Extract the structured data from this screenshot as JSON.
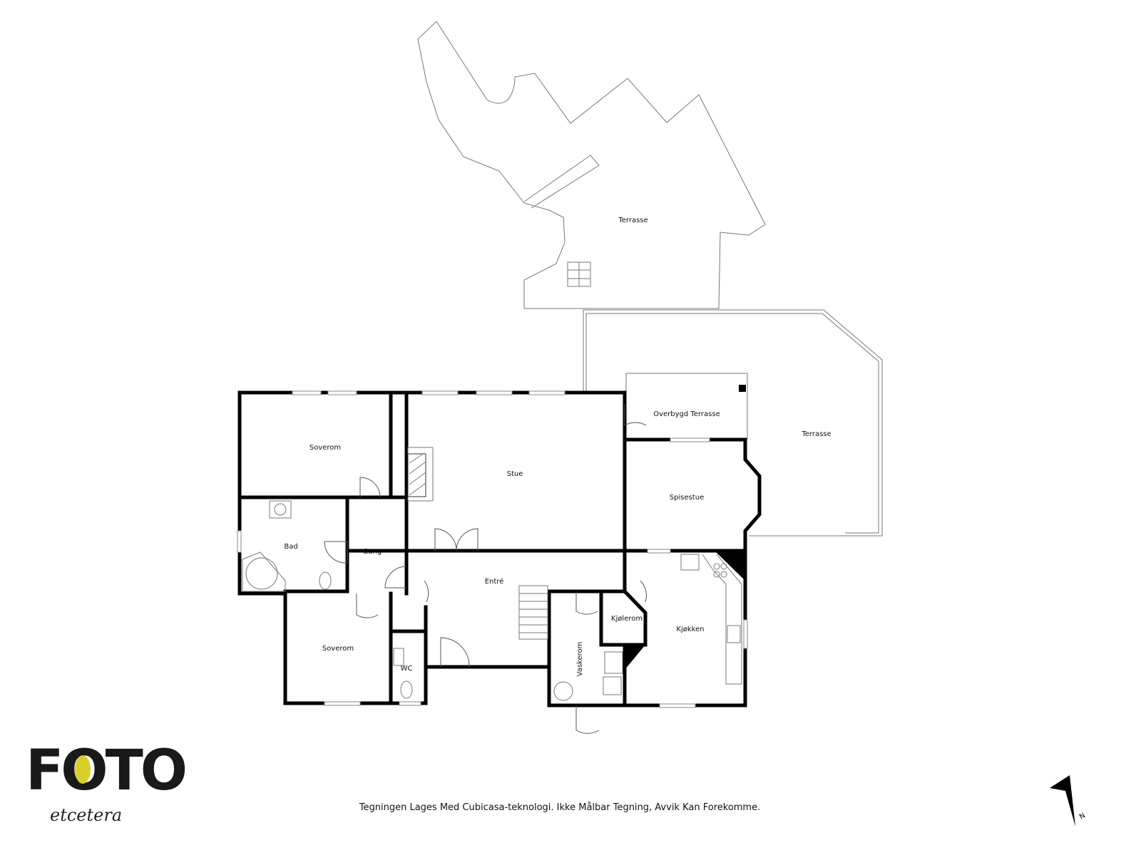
{
  "rooms": {
    "terrasse_upper": "Terrasse",
    "overbygd_terrasse": "Overbygd Terrasse",
    "terrasse_right": "Terrasse",
    "soverom_top": "Soverom",
    "stue": "Stue",
    "spisestue": "Spisestue",
    "bad": "Bad",
    "gang": "Gang",
    "entre": "Entré",
    "kjolerom": "Kjølerom",
    "kjokken": "Kjøkken",
    "vaskerom": "Vaskerom",
    "soverom_bottom": "Soverom",
    "wc": "WC"
  },
  "logo": {
    "main": "FOTO",
    "sub": "etcetera",
    "accent_color": "#d9cf2a"
  },
  "footer": {
    "disclaimer": "Tegningen Lages Med Cubicasa-teknologi. Ikke Målbar Tegning, Avvik Kan Forekomme."
  },
  "compass": {
    "label": "N"
  }
}
